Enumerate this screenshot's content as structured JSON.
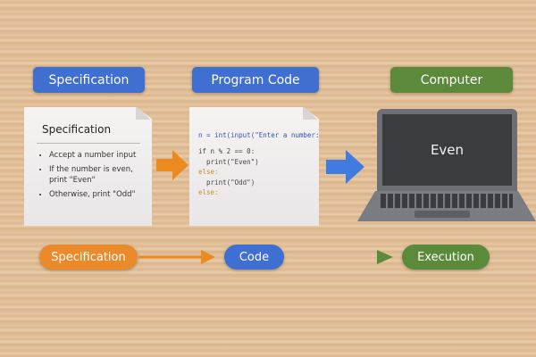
{
  "top_labels": {
    "spec": "Specification",
    "code": "Program Code",
    "computer": "Computer"
  },
  "spec_doc": {
    "title": "Specification",
    "bullets": [
      "Accept a number input",
      "If the number is even, print \"Even\"",
      "Otherwise, print \"Odd\""
    ]
  },
  "code_doc": {
    "lines": [
      "n = int(input(\"Enter a number: \")",
      "if n % 2 == 0:",
      "  print(\"Even\")",
      "else:",
      "  print(\"Odd\")",
      "else:"
    ]
  },
  "laptop": {
    "screen_text": "Even"
  },
  "flow": {
    "steps": [
      "Specification",
      "Code",
      "Execution"
    ]
  },
  "colors": {
    "blue": "#3f6fd0",
    "green": "#5b8a3a",
    "orange": "#e9892a"
  }
}
